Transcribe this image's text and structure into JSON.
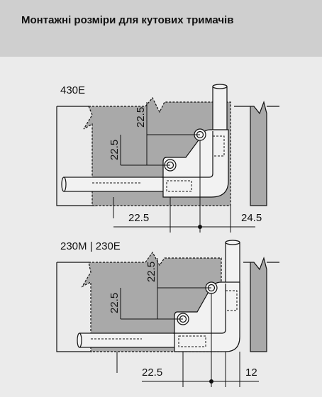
{
  "header": {
    "title": "Монтажні розміри для кутових тримачів"
  },
  "diagram_top": {
    "model_label": "430E",
    "dim_vertical_upper": "22.5",
    "dim_vertical_lower": "22.5",
    "dim_horizontal_left": "22.5",
    "dim_horizontal_right": "24.5"
  },
  "diagram_bottom": {
    "model_label": "230M | 230E",
    "dim_vertical_upper": "22.5",
    "dim_vertical_lower": "22.5",
    "dim_horizontal_left": "22.5",
    "dim_horizontal_right": "12"
  },
  "colors": {
    "header_bg": "#cfcfcf",
    "panel_bg": "#ebebeb",
    "cabinet_fill": "#a9a9a9",
    "rod_fill": "#f2f2f2",
    "outline": "#111111"
  }
}
